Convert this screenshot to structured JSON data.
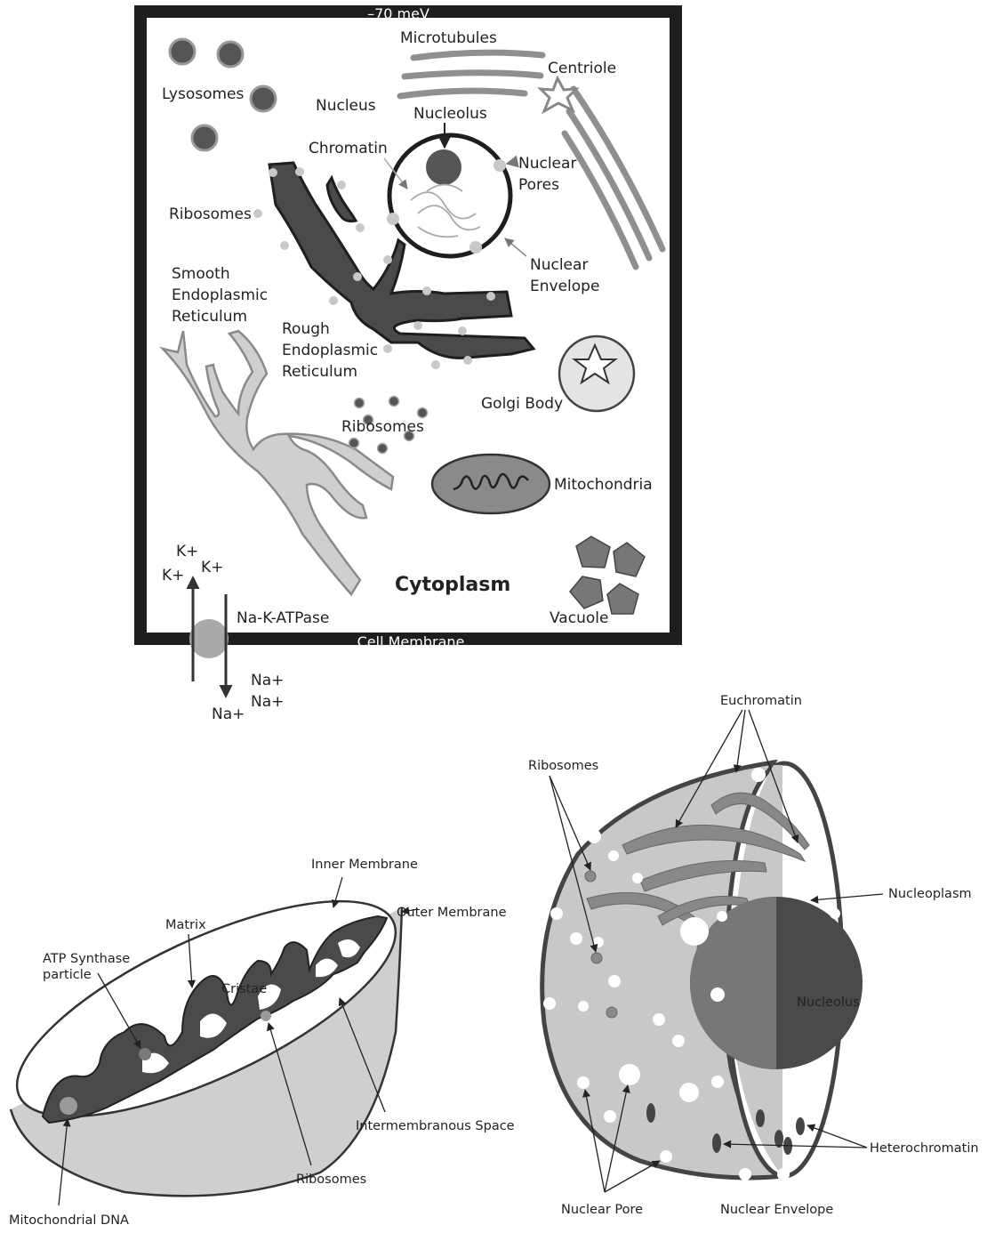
{
  "cell": {
    "potential": "–70 meV",
    "membrane": "Cell Membrane",
    "cytoplasm": "Cytoplasm",
    "labels": {
      "microtubules": "Microtubules",
      "centriole": "Centriole",
      "lysosomes": "Lysosomes",
      "nucleus": "Nucleus",
      "nucleolus": "Nucleolus",
      "chromatin": "Chromatin",
      "nuclear_pores_1": "Nuclear",
      "nuclear_pores_2": "Pores",
      "ribosomes_er": "Ribosomes",
      "nuclear_envelope_1": "Nuclear",
      "nuclear_envelope_2": "Envelope",
      "smooth_er_1": "Smooth",
      "smooth_er_2": "Endoplasmic",
      "smooth_er_3": "Reticulum",
      "rough_er_1": "Rough",
      "rough_er_2": "Endoplasmic",
      "rough_er_3": "Reticulum",
      "golgi": "Golgi Body",
      "ribosomes_free": "Ribosomes",
      "mitochondria": "Mitochondria",
      "vacuole": "Vacuole",
      "pump": "Na-K-ATPase",
      "k1": "K+",
      "k2": "K+",
      "k3": "K+",
      "na1": "Na+",
      "na2": "Na+",
      "na3": "Na+"
    }
  },
  "mitochondrion": {
    "inner_membrane": "Inner Membrane",
    "outer_membrane": "Outer Membrane",
    "matrix": "Matrix",
    "atp_1": "ATP Synthase",
    "atp_2": "particle",
    "cristae": "Cristae",
    "intermembranous": "Intermembranous Space",
    "ribosomes": "Ribosomes",
    "dna": "Mitochondrial DNA"
  },
  "nucleus": {
    "euchromatin": "Euchromatin",
    "ribosomes": "Ribosomes",
    "nucleoplasm": "Nucleoplasm",
    "nucleolus": "Nucleolus",
    "heterochromatin": "Heterochromatin",
    "nuclear_pore": "Nuclear Pore",
    "nuclear_envelope": "Nuclear Envelope"
  },
  "colors": {
    "membrane": "#1e1e1e",
    "organelle_dark": "#4a4a4a",
    "organelle_mid": "#8a8a8a",
    "organelle_light": "#cfcfcf",
    "ribosome": "#c8c8c8"
  }
}
